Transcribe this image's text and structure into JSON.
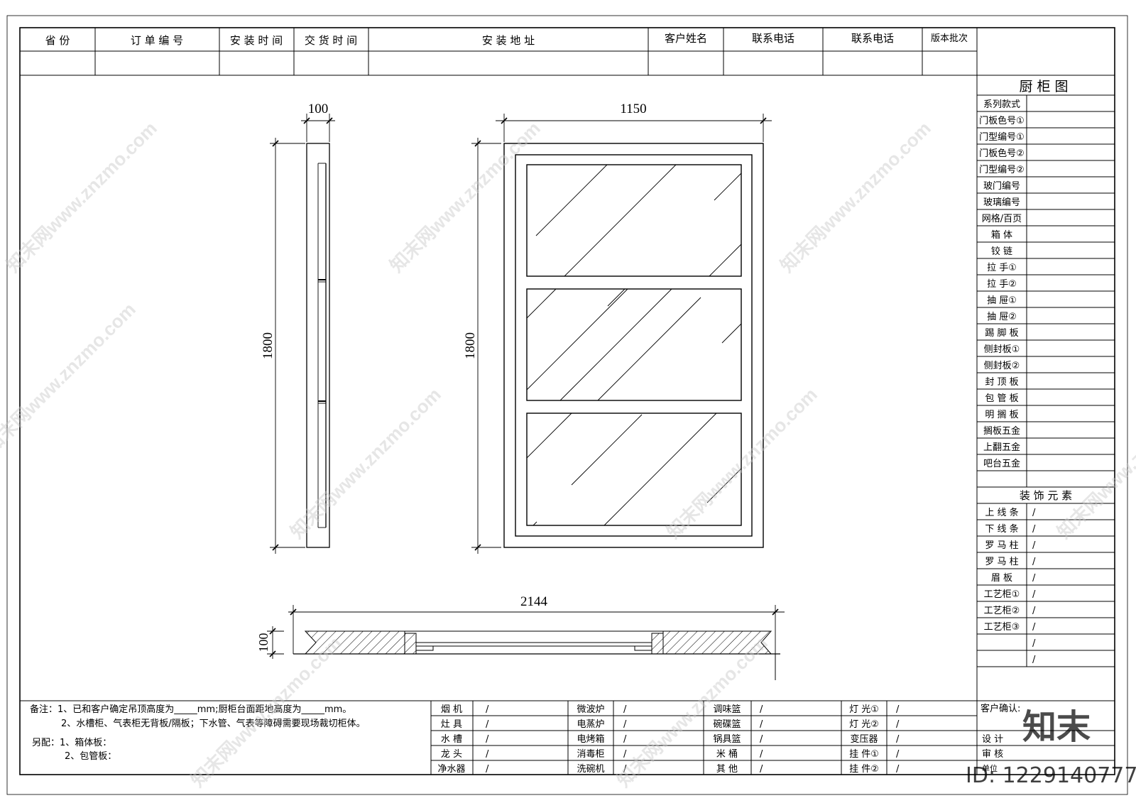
{
  "header": {
    "columns": [
      "省  份",
      "订 单 编 号",
      "安 装 时 间",
      "交 货 时 间",
      "安 装 地 址",
      "客户姓名",
      "联系电话",
      "联系电话",
      "版本批次"
    ]
  },
  "side_table": {
    "title": "厨 柜 图",
    "rows": [
      "系列款式",
      "门板色号①",
      "门型编号①",
      "门板色号②",
      "门型编号②",
      "玻门编号",
      "玻璃编号",
      "网格/百页",
      "箱    体",
      "铰    链",
      "拉    手①",
      "拉    手②",
      "抽    屉①",
      "抽    屉②",
      "踢 脚 板",
      "侧封板①",
      "侧封板②",
      "封 顶 板",
      "包 管 板",
      "明 搁 板",
      "搁板五金",
      "上翻五金",
      "吧台五金"
    ],
    "decor_title": "装 饰 元 素",
    "decor_rows": [
      "上 线 条",
      "下 线 条",
      "罗 马 柱",
      "罗 马 柱",
      "眉    板",
      "工艺柜①",
      "工艺柜②",
      "工艺柜③",
      "",
      ""
    ],
    "slash": "/"
  },
  "drawing": {
    "side_width": "100",
    "side_height": "1800",
    "front_width": "1150",
    "front_height": "1800",
    "plan_width": "2144",
    "plan_depth": "100"
  },
  "notes": {
    "line1": "备注：1、已和客户确定吊顶高度为_____mm;厨柜台面距地高度为_____mm。",
    "line2": "2、水槽柜、气表柜无背板/隔板；下水管、气表等障碍需要现场裁切柜体。",
    "line3": "另配：1、箱体板：",
    "line4": "2、包管板："
  },
  "appliances": {
    "col1": [
      "烟    机",
      "灶    具",
      "水    槽",
      "龙    头",
      "净水器"
    ],
    "col2": [
      "微波炉",
      "电蒸炉",
      "电烤箱",
      "消毒柜",
      "洗碗机"
    ],
    "col3": [
      "调味篮",
      "碗碟篮",
      "锅具篮",
      "米    桶",
      "其    他"
    ],
    "col4": [
      "灯  光①",
      "灯  光②",
      "变压器",
      "挂  件①",
      "挂  件②"
    ],
    "slash": "/"
  },
  "confirm": {
    "customer": "客户确认:",
    "design": "设  计",
    "review": "审    核",
    "unit": "单位"
  },
  "watermark": {
    "text": "知末网www.znzmo.com",
    "logo": "知末",
    "id": "ID: 1229140777"
  }
}
